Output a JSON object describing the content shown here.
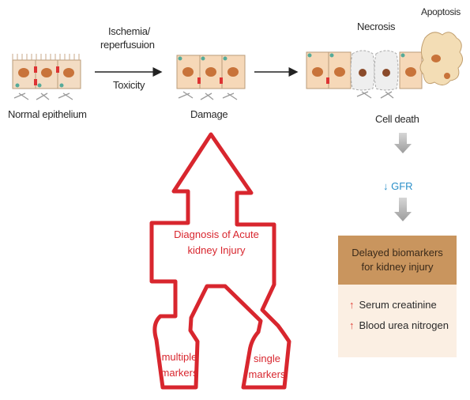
{
  "labels": {
    "normal_epithelium": "Normal epithelium",
    "ischemia": "Ischemia/",
    "reperfusion": "reperfusuion",
    "toxicity": "Toxicity",
    "damage": "Damage",
    "necrosis": "Necrosis",
    "apoptosis": "Apoptosis",
    "cell_death": "Cell death",
    "gfr": "GFR"
  },
  "diagnosis": {
    "title_line1": "Diagnosis of Acute",
    "title_line2": "kidney Injury",
    "multiple_line1": "multiple",
    "multiple_line2": "markers",
    "single_line1": "single",
    "single_line2": "markers"
  },
  "biomarkers": {
    "title_line1": "Delayed biomarkers",
    "title_line2": "for kidney injury",
    "items": [
      "Serum creatinine",
      "Blood urea nitrogen"
    ]
  },
  "colors": {
    "outline_red": "#d8262e",
    "box_header": "#c9955e",
    "box_body": "#fbefe3",
    "gfr_blue": "#2a8fc9"
  }
}
